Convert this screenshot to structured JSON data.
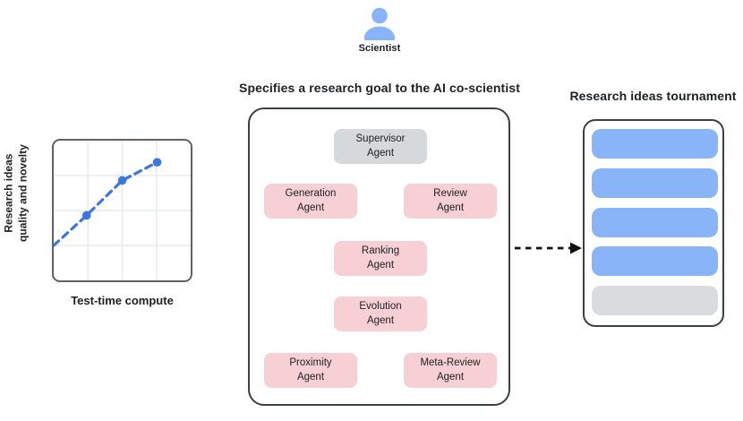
{
  "colors": {
    "person_blue": "#8ab4f8",
    "bar_blue": "#8ab4f8",
    "bar_gray": "#d9dbde",
    "agent_pink": "#f6d0d5",
    "agent_gray": "#d6d9dc",
    "line_blue": "#3b76e1",
    "grid_gray": "#e8eaed",
    "border_dark": "#3c4043",
    "text_dark": "#202124",
    "arrow_black": "#111111"
  },
  "scientist": {
    "icon": "person-icon",
    "label": "Scientist"
  },
  "center": {
    "title": "Specifies a research goal to the AI co-scientist",
    "agents": [
      {
        "name": "supervisor-agent",
        "line1": "Supervisor",
        "line2": "Agent",
        "variant": "gray"
      },
      {
        "name": "generation-agent",
        "line1": "Generation",
        "line2": "Agent",
        "variant": "pink"
      },
      {
        "name": "review-agent",
        "line1": "Review",
        "line2": "Agent",
        "variant": "pink"
      },
      {
        "name": "ranking-agent",
        "line1": "Ranking",
        "line2": "Agent",
        "variant": "pink"
      },
      {
        "name": "evolution-agent",
        "line1": "Evolution",
        "line2": "Agent",
        "variant": "pink"
      },
      {
        "name": "proximity-agent",
        "line1": "Proximity",
        "line2": "Agent",
        "variant": "pink"
      },
      {
        "name": "meta-review-agent",
        "line1": "Meta-Review",
        "line2": "Agent",
        "variant": "pink"
      }
    ]
  },
  "chart_data": {
    "type": "line",
    "style": "dashed line with circular markers",
    "title": "",
    "xlabel": "Test-time compute",
    "ylabel": "Research ideas quality and novelty",
    "ylabel_line1": "Research ideas",
    "ylabel_line2": "quality and novelty",
    "axes": "conceptual, no tick labels",
    "grid": true,
    "grid_divisions": 4,
    "x_norm": [
      0,
      0.24,
      0.5,
      0.755
    ],
    "y_norm": [
      0.25,
      0.465,
      0.715,
      0.845
    ],
    "marker_point_indices": [
      1,
      2,
      3
    ],
    "trend": "increasing with diminishing slope",
    "line_color": "#3b76e1"
  },
  "flow_arrow": {
    "style": "dashed",
    "direction": "right",
    "from": "agents-container",
    "to": "tournament-panel"
  },
  "tournament": {
    "title": "Research ideas tournament",
    "bars": [
      {
        "rank": 1,
        "color": "#8ab4f8"
      },
      {
        "rank": 2,
        "color": "#8ab4f8"
      },
      {
        "rank": 3,
        "color": "#8ab4f8"
      },
      {
        "rank": 4,
        "color": "#8ab4f8"
      },
      {
        "rank": 5,
        "color": "#d9dbde"
      }
    ]
  }
}
